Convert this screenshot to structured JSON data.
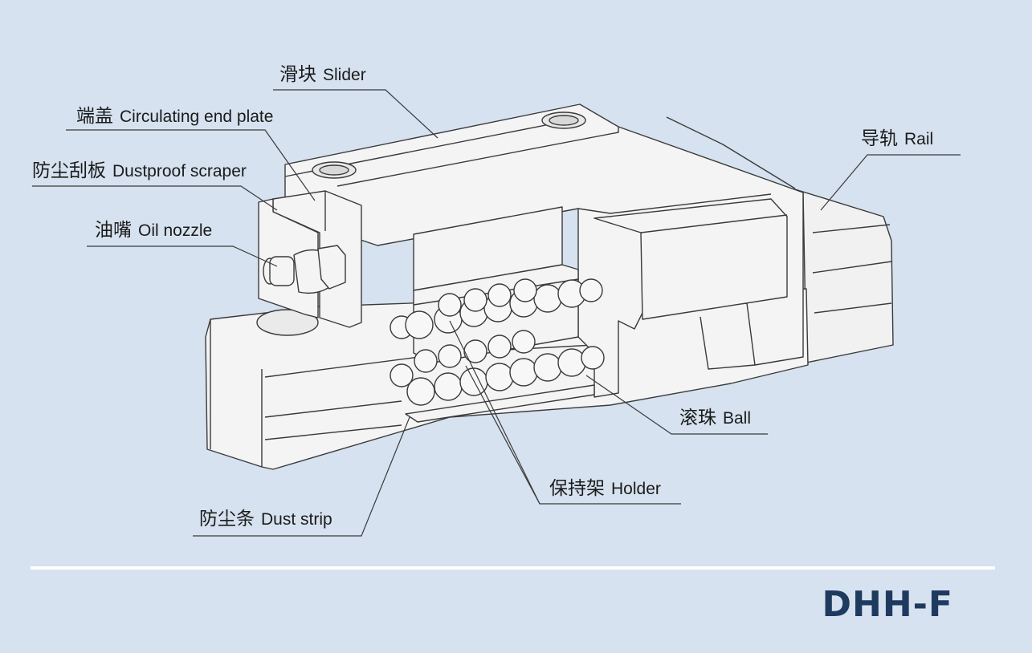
{
  "labels": {
    "slider": {
      "zh": "滑块",
      "en": "Slider"
    },
    "end_plate": {
      "zh": "端盖",
      "en": "Circulating end plate"
    },
    "scraper": {
      "zh": "防尘刮板",
      "en": "Dustproof scraper"
    },
    "oil_nozzle": {
      "zh": "油嘴",
      "en": "Oil nozzle"
    },
    "rail": {
      "zh": "导轨",
      "en": "Rail"
    },
    "ball": {
      "zh": "滚珠",
      "en": "Ball"
    },
    "holder": {
      "zh": "保持架",
      "en": "Holder"
    },
    "dust_strip": {
      "zh": "防尘条",
      "en": "Dust strip"
    }
  },
  "model_code": "DHH-F",
  "colors": {
    "background": "#d6e2ef",
    "part_fill": "#f4f4f4",
    "outline": "#3a3a3a",
    "model_code": "#1e3a5f"
  }
}
